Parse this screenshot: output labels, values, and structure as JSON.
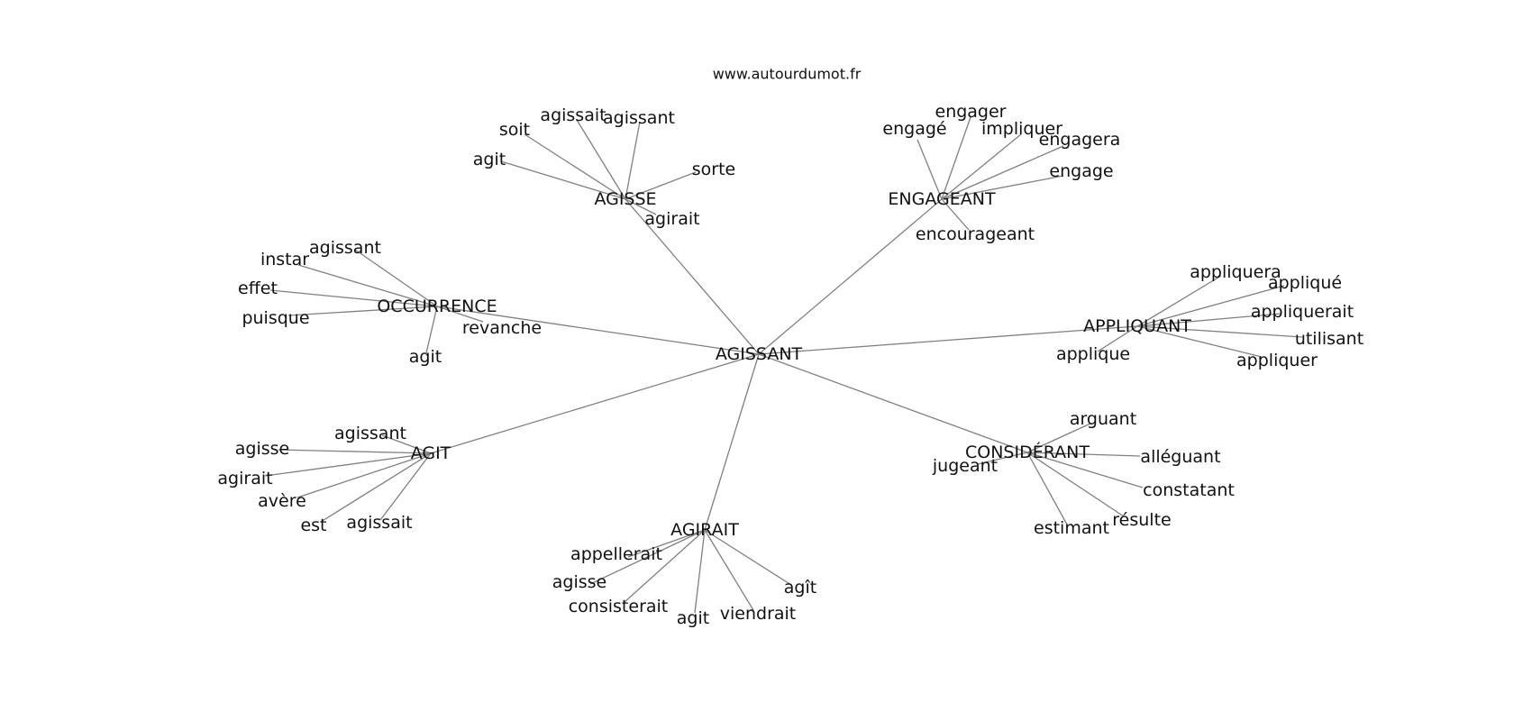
{
  "watermark": "www.autourdumot.fr",
  "center": {
    "id": "agissant",
    "label": "AGISSANT"
  },
  "clusters": [
    {
      "id": "agisse",
      "label": "AGISSE",
      "leaves": [
        "agit",
        "soit",
        "agissait",
        "agissant",
        "sorte",
        "agirait"
      ]
    },
    {
      "id": "engageant",
      "label": "ENGAGEANT",
      "leaves": [
        "engagé",
        "engager",
        "impliquer",
        "engagera",
        "engage",
        "encourageant"
      ]
    },
    {
      "id": "occurrence",
      "label": "OCCURRENCE",
      "leaves": [
        "agissant",
        "instar",
        "effet",
        "puisque",
        "revanche",
        "agit"
      ]
    },
    {
      "id": "appliquant",
      "label": "APPLIQUANT",
      "leaves": [
        "appliquera",
        "appliqué",
        "appliquerait",
        "utilisant",
        "appliquer",
        "applique"
      ]
    },
    {
      "id": "agit",
      "label": "AGIT",
      "leaves": [
        "agissant",
        "agisse",
        "agirait",
        "avère",
        "est",
        "agissait"
      ]
    },
    {
      "id": "considerant",
      "label": "CONSIDÉRANT",
      "leaves": [
        "arguant",
        "alléguant",
        "constatant",
        "résulte",
        "estimant",
        "jugeant"
      ]
    },
    {
      "id": "agirait",
      "label": "AGIRAIT",
      "leaves": [
        "appellerait",
        "agisse",
        "consisterait",
        "agit",
        "viendrait",
        "agît"
      ]
    }
  ]
}
